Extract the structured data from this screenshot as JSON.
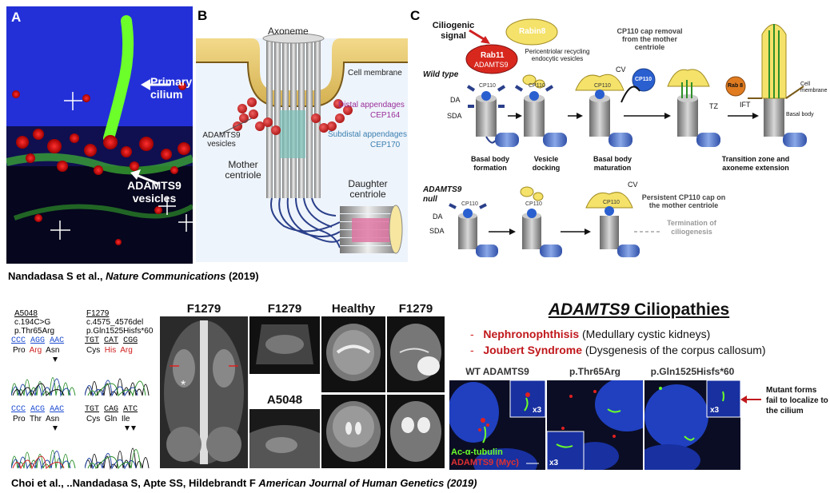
{
  "panel_a": {
    "label": "A",
    "primary_cilium": "Primary cilium",
    "vesicles": "ADAMTS9 vesicles"
  },
  "panel_b": {
    "label": "B",
    "axoneme": "Axoneme",
    "cell_membrane": "Cell membrane",
    "distal": "Distal appendages",
    "cep164": "CEP164",
    "subdistal": "Subdistal appendages",
    "cep170": "CEP170",
    "adamts9_vesicles": "ADAMTS9 vesicles",
    "mother": "Mother centriole",
    "daughter": "Daughter centriole"
  },
  "panel_c": {
    "label": "C",
    "ciliogenic_signal": "Ciliogenic signal",
    "rabin8": "Rabin8",
    "rab11": "Rab11",
    "adamts9": "ADAMTS9",
    "pericentriolar": "Pericentriolar recycling endocytic vesicles",
    "cp110_removal": "CP110 cap removal from the mother centriole",
    "wild_type": "Wild type",
    "cp110": "CP110",
    "cv": "CV",
    "da": "DA",
    "sda": "SDA",
    "tz": "TZ",
    "ift": "IFT",
    "rab8": "Rab 8",
    "cell_membrane": "Cell membrane",
    "basal_body": "Basal body",
    "step1": "Basal body formation",
    "step2": "Vesicle docking",
    "step3": "Basal body maturation",
    "step4": "Transition zone and axoneme extension",
    "null_label": "ADAMTS9 null",
    "persistent": "Persistent CP110 cap on the mother centriole",
    "termination": "Termination of ciliogenesis"
  },
  "citation_top": {
    "authors": "Nandadasa S et al., ",
    "journal": "Nature Communications",
    "year": " (2019)"
  },
  "sequencing": {
    "a5048": "A5048",
    "a5048_c": "c.194C>G",
    "a5048_p": "p.Thr65Arg",
    "a_codons_top": [
      "CCC",
      "AGG",
      "AAC"
    ],
    "a_aa_top": [
      "Pro",
      "Arg",
      "Asn"
    ],
    "a_codons_bot": [
      "CCC",
      "ACG",
      "AAC"
    ],
    "a_aa_bot": [
      "Pro",
      "Thr",
      "Asn"
    ],
    "f1279": "F1279",
    "f1279_c": "c.4575_4576del",
    "f1279_p": "p.Gln1525Hisfs*60",
    "f_codons_top": [
      "TGT",
      "CAT",
      "CGG"
    ],
    "f_aa_top": [
      "Cys",
      "His",
      "Arg"
    ],
    "f_codons_bot": [
      "TGT",
      "CAG",
      "ATC"
    ],
    "f_aa_bot": [
      "Cys",
      "Gln",
      "Ile"
    ]
  },
  "imaging": {
    "t1": "F1279",
    "t2": "F1279",
    "t3": "A5048",
    "t4": "Healthy",
    "t5": "F1279",
    "star": "*"
  },
  "ciliopathies": {
    "heading_gene": "ADAMTS9",
    "heading_rest": " Ciliopathies",
    "item1_bold": "Nephronophthisis",
    "item1_rest": " (Medullary cystic kidneys)",
    "item2_bold": "Joubert Syndrome",
    "item2_rest": " (Dysgenesis of the corpus callosum)",
    "dash": "-"
  },
  "micro": {
    "wt": "WT ADAMTS9",
    "mut1": "p.Thr65Arg",
    "mut2": "p.Gln1525Hisfs*60",
    "x3": "x3",
    "ac_tubulin": "Ac-α-tubulin",
    "adamts9_myc": "ADAMTS9 (Myc)",
    "note": "Mutant forms fail to localize to the cilium"
  },
  "citation_bottom": {
    "authors": "Choi et al., ..Nandadasa S, Apte SS, Hildebrandt F ",
    "journal": "American Journal of Human Genetics (2019)"
  }
}
